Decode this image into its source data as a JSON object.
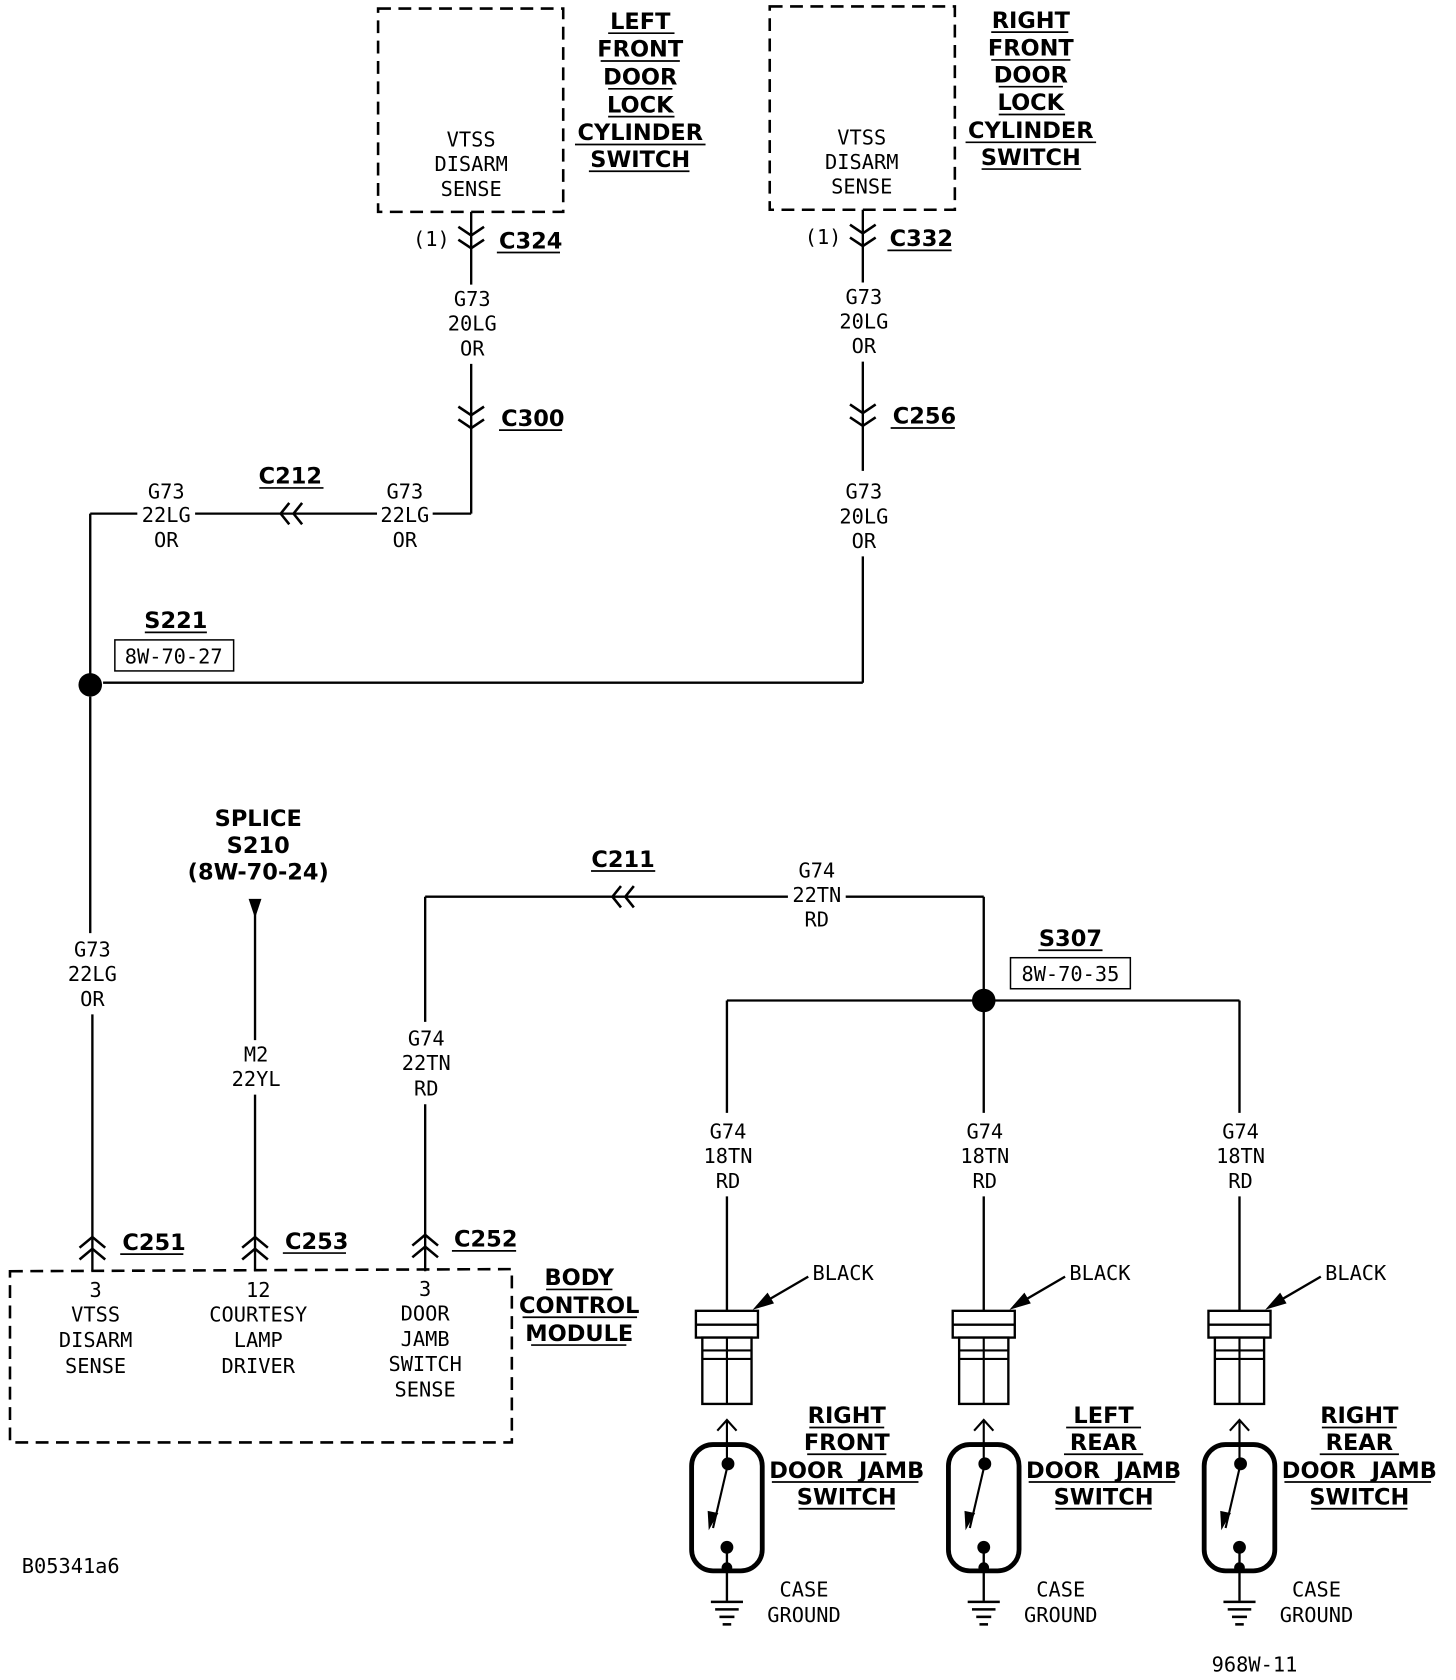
{
  "diagram": {
    "drawing_id": "B05341a6",
    "figure_number": "968W-11",
    "components": {
      "left_front_lock_switch": {
        "title": [
          "LEFT",
          "FRONT",
          "DOOR",
          "LOCK",
          "CYLINDER",
          "SWITCH"
        ],
        "pin_label": [
          "VTSS",
          "DISARM",
          "SENSE"
        ],
        "pin_number": "(1)",
        "connector": "C324"
      },
      "right_front_lock_switch": {
        "title": [
          "RIGHT",
          "FRONT",
          "DOOR",
          "LOCK",
          "CYLINDER",
          "SWITCH"
        ],
        "pin_label": [
          "VTSS",
          "DISARM",
          "SENSE"
        ],
        "pin_number": "(1)",
        "connector": "C332"
      },
      "body_control_module": {
        "title": [
          "BODY",
          "CONTROL",
          "MODULE"
        ],
        "pins": [
          {
            "number": "3",
            "label": [
              "VTSS",
              "DISARM",
              "SENSE"
            ],
            "connector": "C251"
          },
          {
            "number": "12",
            "label": [
              "COURTESY",
              "LAMP",
              "DRIVER"
            ],
            "connector": "C253"
          },
          {
            "number": "3",
            "label": [
              "DOOR",
              "JAMB",
              "SWITCH",
              "SENSE"
            ],
            "connector": "C252"
          }
        ]
      },
      "door_jamb_switches": [
        {
          "title": [
            "RIGHT",
            "FRONT",
            "DOOR  JAMB",
            "SWITCH"
          ],
          "connector_color": "BLACK",
          "ground": [
            "CASE",
            "GROUND"
          ],
          "wire": [
            "G74",
            "18TN",
            "RD"
          ]
        },
        {
          "title": [
            "LEFT",
            "REAR",
            "DOOR  JAMB",
            "SWITCH"
          ],
          "connector_color": "BLACK",
          "ground": [
            "CASE",
            "GROUND"
          ],
          "wire": [
            "G74",
            "18TN",
            "RD"
          ]
        },
        {
          "title": [
            "RIGHT",
            "REAR",
            "DOOR  JAMB",
            "SWITCH"
          ],
          "connector_color": "BLACK",
          "ground": [
            "CASE",
            "GROUND"
          ],
          "wire": [
            "G74",
            "18TN",
            "RD"
          ]
        }
      ]
    },
    "connectors": {
      "c300": "C300",
      "c256": "C256",
      "c212": "C212",
      "c211": "C211"
    },
    "splices": {
      "s221": {
        "name": "S221",
        "ref": "8W-70-27"
      },
      "s307": {
        "name": "S307",
        "ref": "8W-70-35"
      },
      "s210": {
        "lines": [
          "SPLICE",
          "S210",
          "(8W-70-24)"
        ]
      }
    },
    "wires": {
      "lf_upper": [
        "G73",
        "20LG",
        "OR"
      ],
      "rf_upper": [
        "G73",
        "20LG",
        "OR"
      ],
      "rf_lower": [
        "G73",
        "20LG",
        "OR"
      ],
      "c212_left": [
        "G73",
        "22LG",
        "OR"
      ],
      "c212_right": [
        "G73",
        "22LG",
        "OR"
      ],
      "bcm_vtss": [
        "G73",
        "22LG",
        "OR"
      ],
      "courtesy": [
        "M2",
        "22YL"
      ],
      "bcm_jamb": [
        "G74",
        "22TN",
        "RD"
      ],
      "c211_top": [
        "G74",
        "22TN",
        "RD"
      ]
    }
  }
}
